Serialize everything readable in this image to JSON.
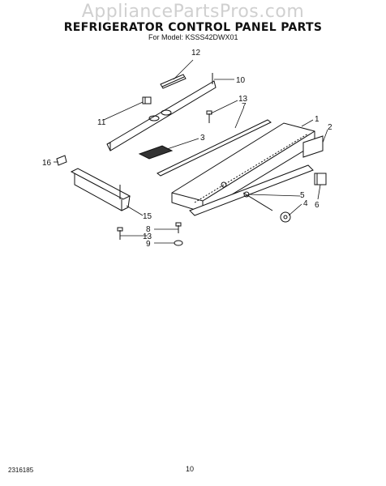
{
  "watermark": "AppliancePartsPros.com",
  "title": "REFRIGERATOR CONTROL PANEL PARTS",
  "subtitle": "For Model: KSSS42DWX01",
  "callouts": [
    "1",
    "2",
    "3",
    "4",
    "5",
    "6",
    "7",
    "8",
    "9",
    "10",
    "11",
    "12",
    "13",
    "13",
    "15",
    "16"
  ],
  "footer_code": "2316185",
  "page_number": "10"
}
